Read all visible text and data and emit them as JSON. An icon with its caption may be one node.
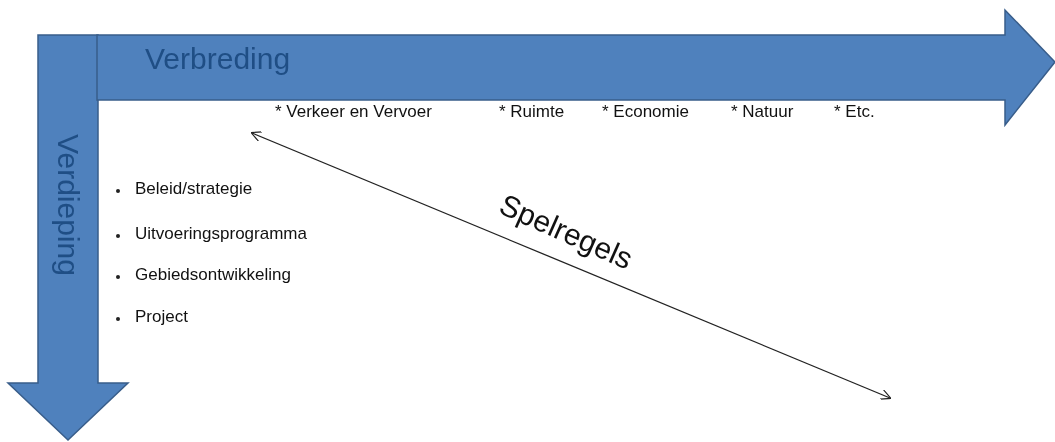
{
  "diagram": {
    "nodes": [
      {
        "text": [
          "Verbreding"
        ]
      },
      {
        "text": [
          "Verdieping"
        ]
      }
    ],
    "labels": [
      "* Verkeer en Vervoer",
      "* Ruimte",
      "* Economie",
      "* Natuur",
      "* Etc.",
      "Beleid/strategie",
      "Uitvoeringsprogramma",
      "Gebiedsontwikkeling",
      "Project",
      "Spelregels"
    ]
  }
}
